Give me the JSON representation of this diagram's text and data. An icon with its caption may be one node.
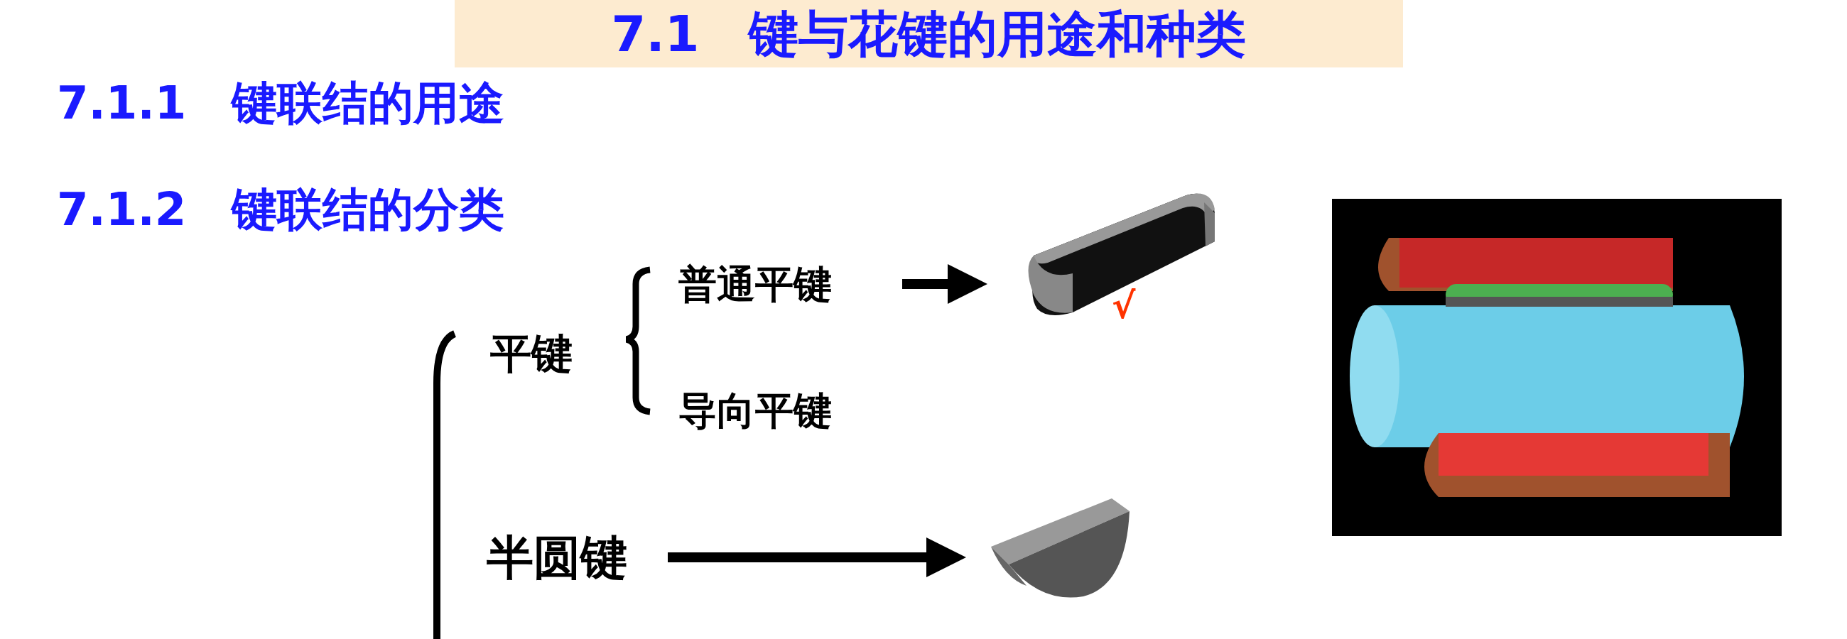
{
  "diagram": {
    "title": "7.1　键与花键的用途和种类",
    "nodes": [
      {
        "text": [
          "普通平键"
        ]
      },
      {
        "text": [],
        "shape": "picture"
      },
      {
        "text": [
          "半圆键"
        ]
      },
      {
        "text": [],
        "shape": "picture"
      }
    ],
    "edges": [
      {
        "from": 0,
        "to": 1,
        "arrow": "to"
      },
      {
        "from": 2,
        "to": 3,
        "arrow": "to"
      }
    ],
    "labels": [
      "7.1.1　键联结的用途",
      "7.1.2　键联结的分类",
      "平键",
      "导向平键",
      "√"
    ]
  }
}
